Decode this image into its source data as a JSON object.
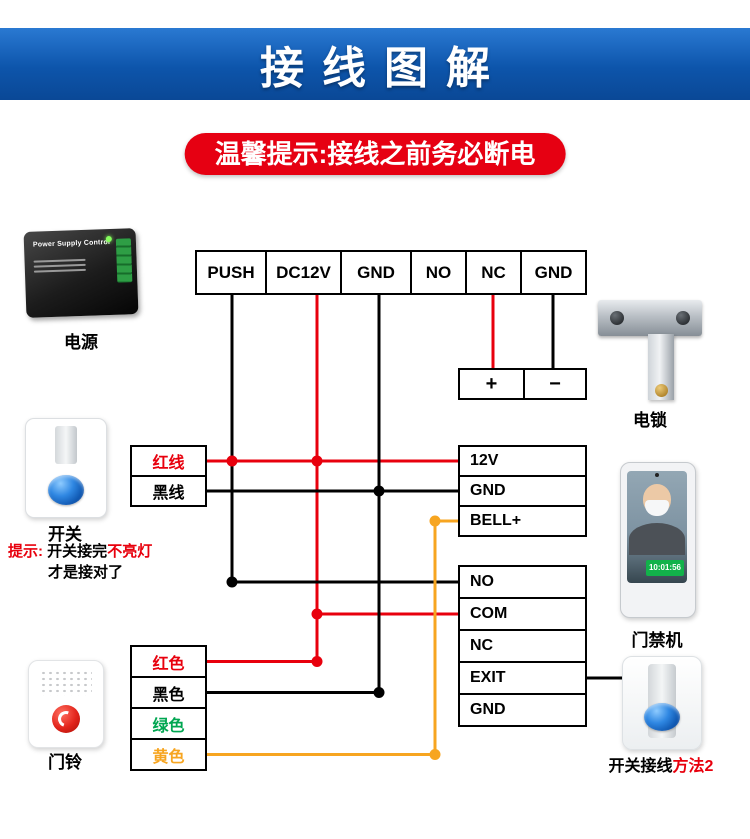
{
  "header": {
    "title": "接线图解"
  },
  "notice": {
    "text": "温馨提示:接线之前务必断电"
  },
  "terminal_strip": {
    "cells": [
      "PUSH",
      "DC12V",
      "GND",
      "NO",
      "NC",
      "GND"
    ]
  },
  "polarity": {
    "plus": "+",
    "minus": "−"
  },
  "block_power": {
    "rows": [
      "12V",
      "GND",
      "BELL+"
    ]
  },
  "block_control": {
    "rows": [
      "NO",
      "COM",
      "NC",
      "EXIT",
      "GND"
    ]
  },
  "switch_wires": [
    {
      "label": "红线",
      "color": "#e8000d"
    },
    {
      "label": "黑线",
      "color": "#000000"
    }
  ],
  "doorbell_wires": [
    {
      "label": "红色",
      "color": "#e8000d"
    },
    {
      "label": "黑色",
      "color": "#000000"
    },
    {
      "label": "绿色",
      "color": "#00a651"
    },
    {
      "label": "黄色",
      "color": "#f7a520"
    }
  ],
  "devices": {
    "power_supply": {
      "label": "电源",
      "title": "Power Supply Control"
    },
    "lock": {
      "label": "电锁"
    },
    "switch": {
      "label": "开关"
    },
    "access_machine": {
      "label": "门禁机",
      "screen_time": "10:01:56"
    },
    "doorbell": {
      "label": "门铃"
    },
    "exit_button": {
      "label_prefix": "开关接线",
      "label_highlight": "方法2"
    }
  },
  "tip": {
    "prefix": "提示:",
    "mid": "开关接完",
    "highlight": "不亮灯",
    "line2": "才是接对了"
  },
  "colors": {
    "header_blue": "#0d55ab",
    "notice_red": "#e60012",
    "wire_red": "#e8000d",
    "wire_black": "#000000",
    "wire_yellow": "#f7a520",
    "green_label": "#00a651"
  }
}
